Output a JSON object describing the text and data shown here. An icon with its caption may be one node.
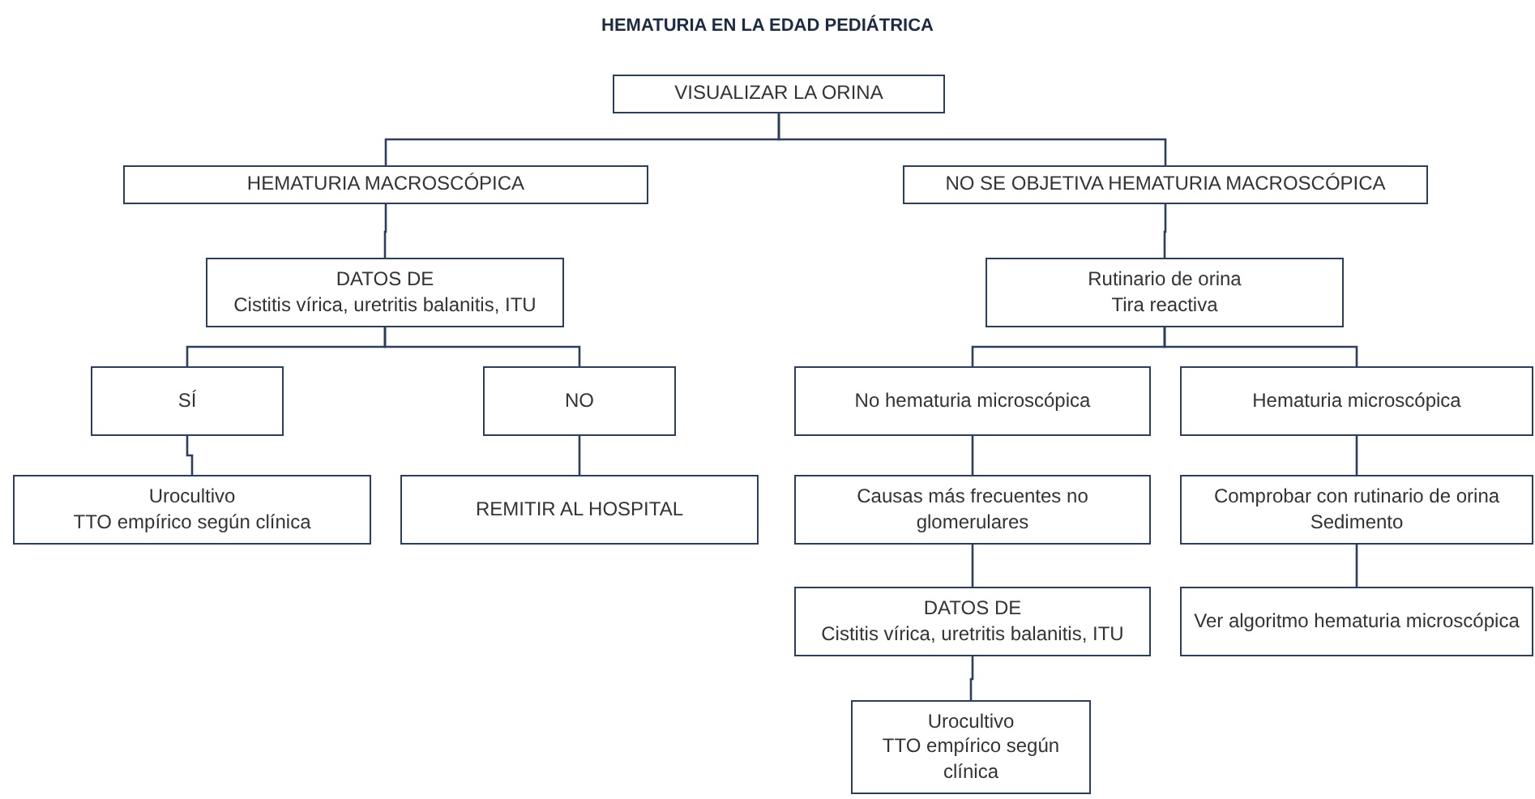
{
  "diagram": {
    "title": "HEMATURIA EN LA EDAD PEDIÁTRICA",
    "nodes": [
      {
        "text": [
          "VISUALIZAR LA ORINA"
        ]
      },
      {
        "text": [
          "HEMATURIA MACROSCÓPICA"
        ]
      },
      {
        "text": [
          "NO SE OBJETIVA HEMATURIA MACROSCÓPICA"
        ]
      },
      {
        "text": [
          "DATOS DE",
          "Cistitis vírica, uretritis balanitis, ITU"
        ]
      },
      {
        "text": [
          "SÍ"
        ]
      },
      {
        "text": [
          "NO"
        ]
      },
      {
        "text": [
          "Urocultivo",
          "TTO empírico según clínica"
        ]
      },
      {
        "text": [
          "REMITIR AL HOSPITAL"
        ]
      },
      {
        "text": [
          "Rutinario de orina",
          "Tira reactiva"
        ]
      },
      {
        "text": [
          "No hematuria microscópica"
        ]
      },
      {
        "text": [
          "Hematuria microscópica"
        ]
      },
      {
        "text": [
          "Causas más frecuentes no glomerulares"
        ]
      },
      {
        "text": [
          "Comprobar con rutinario de orina",
          "Sedimento"
        ]
      },
      {
        "text": [
          "DATOS DE",
          "Cistitis vírica, uretritis balanitis, ITU"
        ]
      },
      {
        "text": [
          "Ver algoritmo hematuria microscópica"
        ]
      },
      {
        "text": [
          "Urocultivo",
          "TTO empírico según clínica"
        ]
      }
    ],
    "edges": [
      {
        "from": 0,
        "to": 1,
        "arrow": "none"
      },
      {
        "from": 0,
        "to": 2,
        "arrow": "none"
      },
      {
        "from": 1,
        "to": 3,
        "arrow": "none"
      },
      {
        "from": 3,
        "to": 4,
        "arrow": "none"
      },
      {
        "from": 3,
        "to": 5,
        "arrow": "none"
      },
      {
        "from": 4,
        "to": 6,
        "arrow": "none"
      },
      {
        "from": 5,
        "to": 7,
        "arrow": "none"
      },
      {
        "from": 2,
        "to": 8,
        "arrow": "none"
      },
      {
        "from": 8,
        "to": 9,
        "arrow": "none"
      },
      {
        "from": 8,
        "to": 10,
        "arrow": "none"
      },
      {
        "from": 9,
        "to": 11,
        "arrow": "none"
      },
      {
        "from": 11,
        "to": 13,
        "arrow": "none"
      },
      {
        "from": 13,
        "to": 15,
        "arrow": "none"
      },
      {
        "from": 10,
        "to": 12,
        "arrow": "none"
      },
      {
        "from": 12,
        "to": 14,
        "arrow": "none"
      }
    ]
  }
}
